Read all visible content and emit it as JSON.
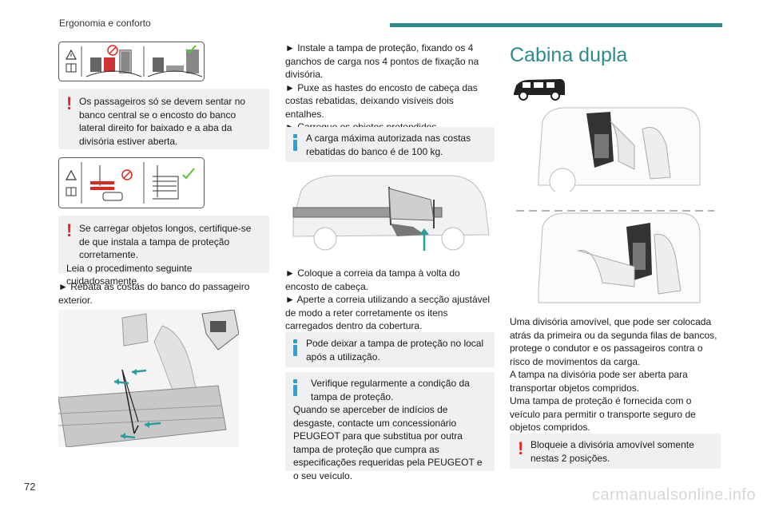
{
  "header": {
    "title": "Ergonomia e conforto",
    "accent_color": "#2a8c8c"
  },
  "page_number": "72",
  "footer": {
    "watermark": "carmanualsonline.info"
  },
  "col1": {
    "warn1": "Os passageiros só se devem sentar no banco central se o encosto do banco lateral direito for baixado e a aba da divisória estiver aberta.",
    "warn2_line1": "Se carregar objetos longos, certifique-se de que instala a tampa de proteção corretamente.",
    "warn2_line2": "Leia o procedimento seguinte cuidadosamente.",
    "step1": "► Rebata as costas do banco do passageiro exterior."
  },
  "col2": {
    "steps_a": [
      "► Instale a tampa de proteção, fixando os 4 ganchos de carga nos 4 pontos de fixação na divisória.",
      "► Puxe as hastes do encosto de cabeça das costas rebatidas, deixando visíveis dois entalhes.",
      "► Carregue os objetos pretendidos."
    ],
    "info1": "A carga máxima autorizada nas costas rebatidas do banco é de 100 kg.",
    "steps_b": [
      "► Coloque a correia da tampa à volta do encosto de cabeça.",
      "► Aperte a correia utilizando a secção ajustável de modo a reter corretamente os itens carregados dentro da cobertura."
    ],
    "info2": "Pode deixar a tampa de proteção no local após a utilização.",
    "info3_line1": "Verifique regularmente a condição da tampa de proteção.",
    "info3_line2": "Quando se aperceber de indícios de desgaste, contacte um concessionário PEUGEOT para que substitua por outra tampa de proteção que cumpra as especificações requeridas pela PEUGEOT e o seu veículo."
  },
  "col3": {
    "title": "Cabina dupla",
    "para_lines": [
      "Uma divisória amovível, que pode ser colocada atrás da primeira ou da segunda filas de bancos, protege o condutor e os passageiros contra o risco de movimentos da carga.",
      "A tampa na divisória pode ser aberta para transportar objetos compridos.",
      "Uma tampa de proteção é fornecida com o veículo para permitir o transporte seguro de objetos compridos."
    ],
    "warn": "Bloqueie a divisória amovível somente nestas 2 posições."
  },
  "colors": {
    "warning": "#e1261c",
    "info": "#2ba3d4",
    "ok_check": "#5cc03a",
    "box_bg": "#eef0f1"
  }
}
